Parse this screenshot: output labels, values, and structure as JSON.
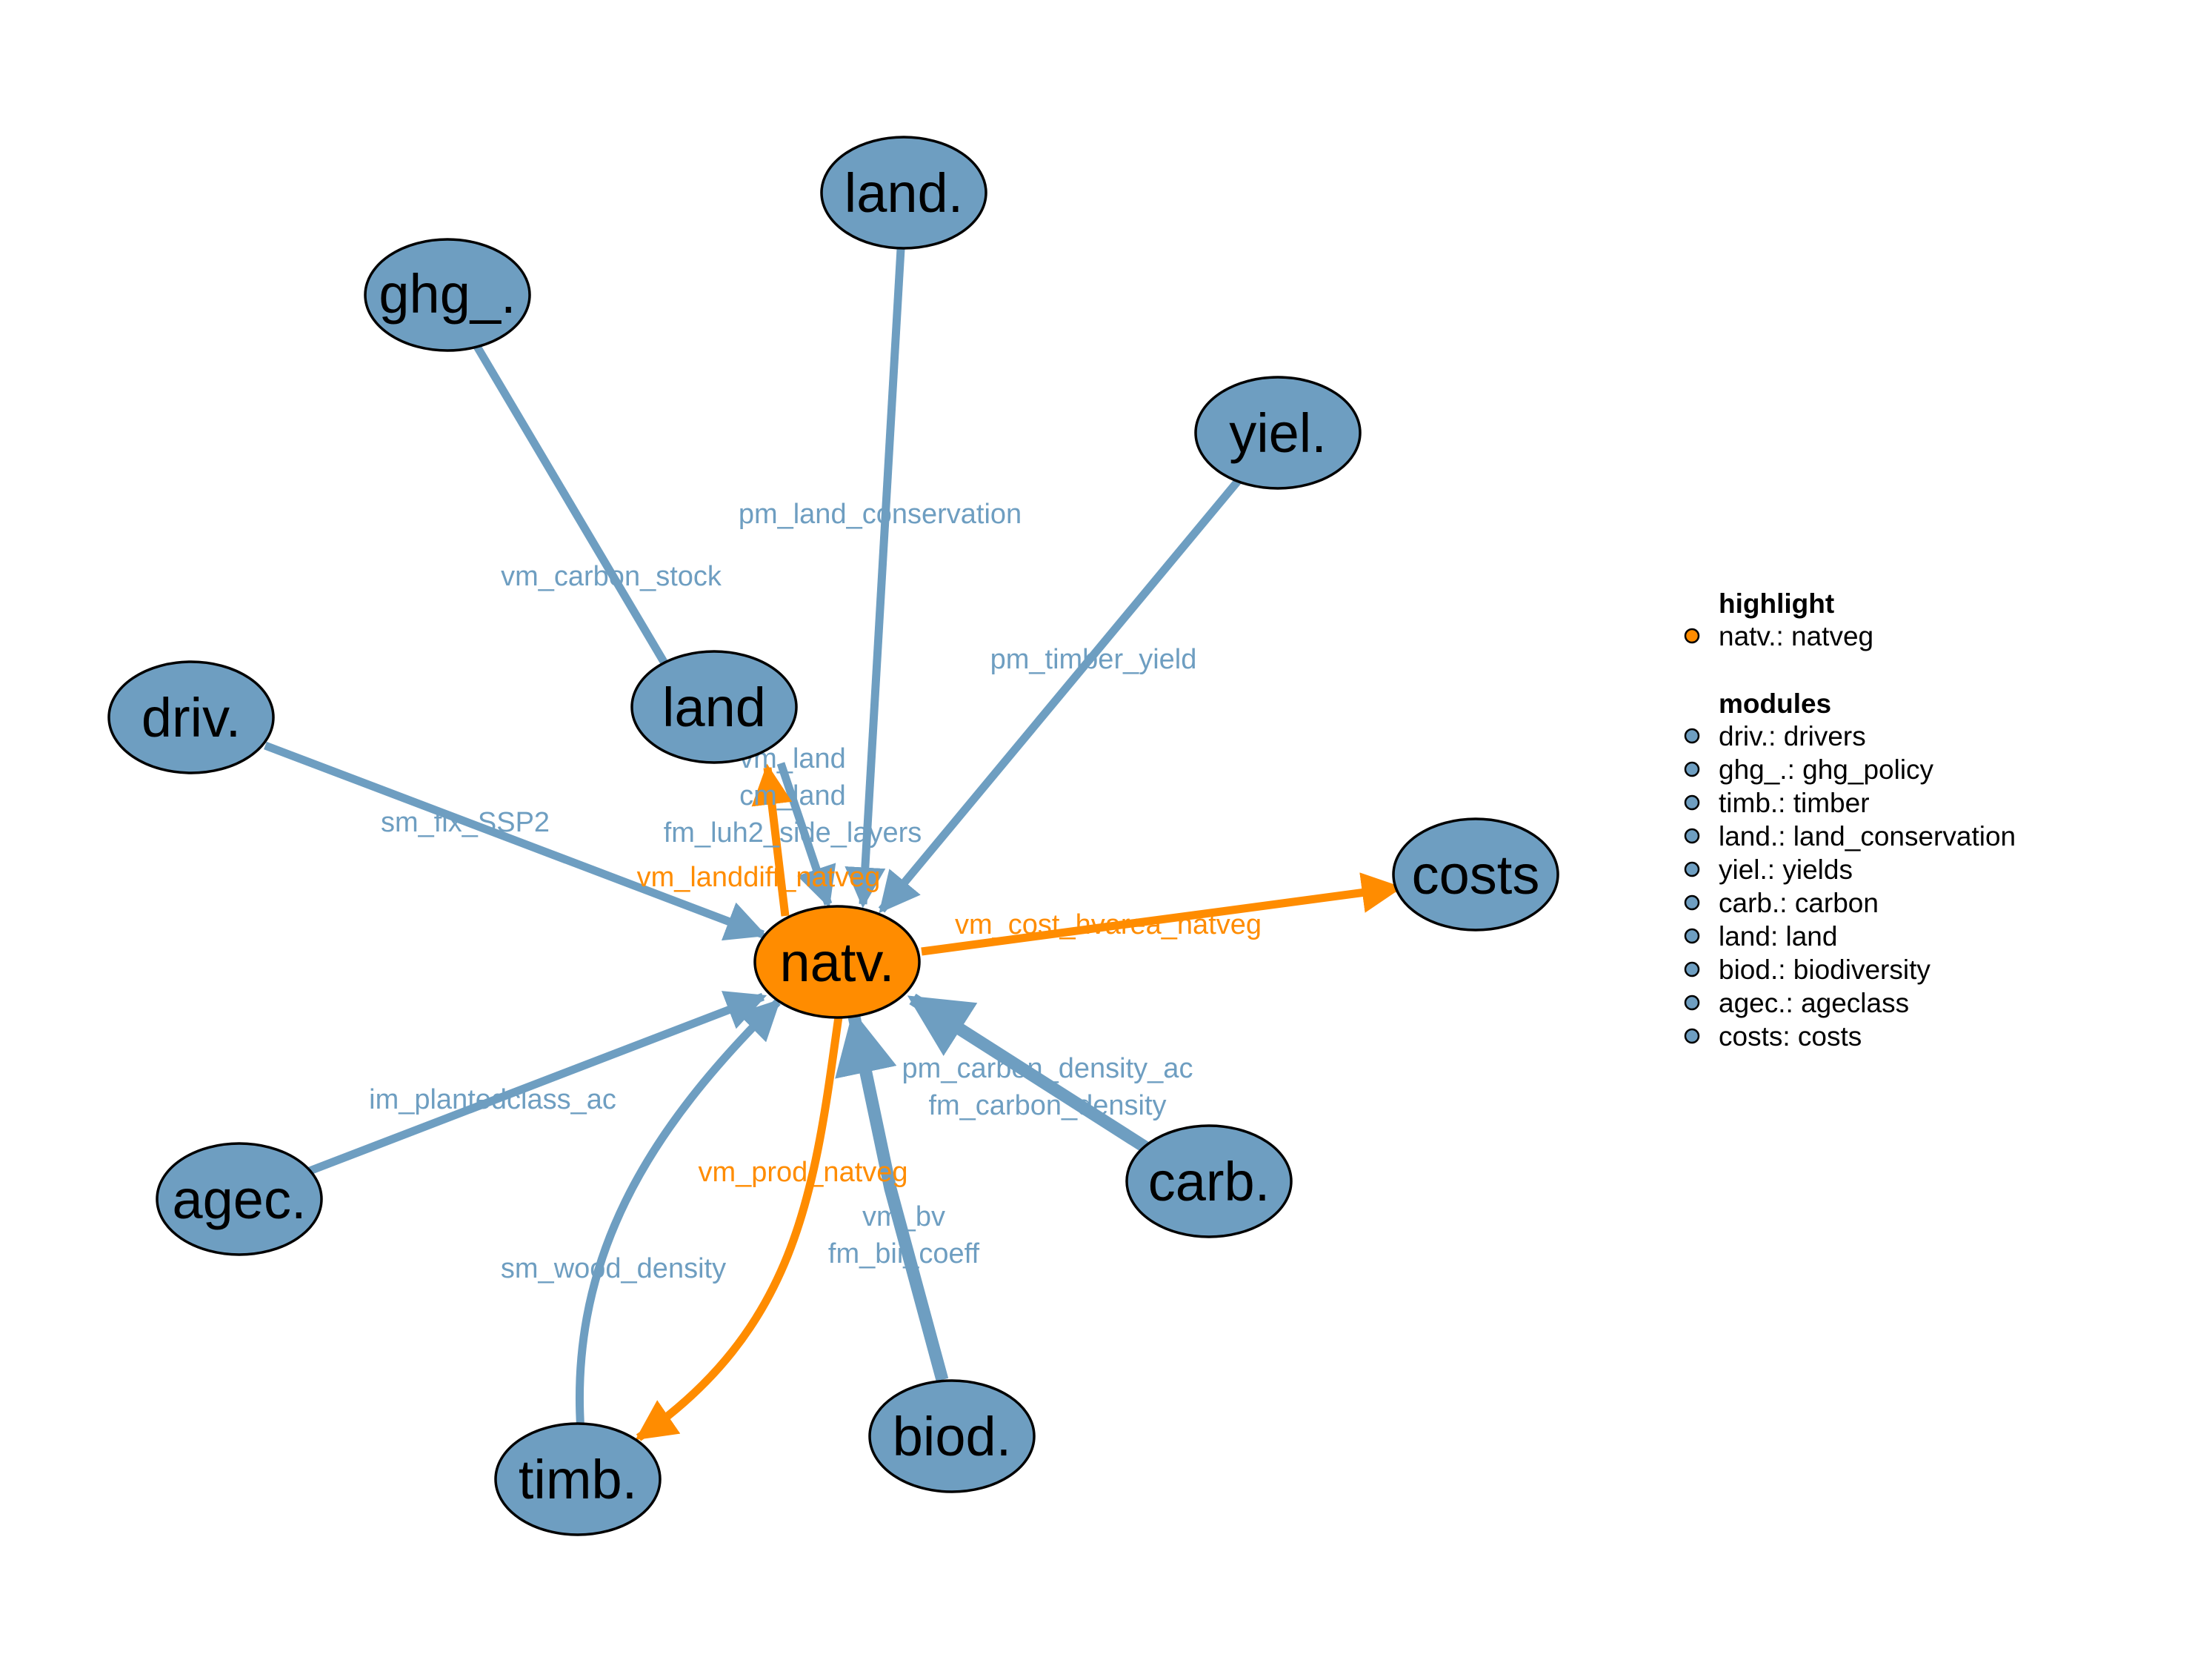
{
  "colors": {
    "module": "#6E9EC1",
    "highlight": "#FF8C00",
    "outline": "#000000"
  },
  "nodes": {
    "natv": "natv.",
    "land_cons": "land.",
    "ghg": "ghg_.",
    "yiel": "yiel.",
    "land": "land",
    "driv": "driv.",
    "costs": "costs",
    "agec": "agec.",
    "carb": "carb.",
    "timb": "timb.",
    "biod": "biod."
  },
  "edges": {
    "ghg_land": "vm_carbon_stock",
    "landcons_natv": "pm_land_conservation",
    "yiel_natv": "pm_timber_yield",
    "land_natv_1": "vm_land",
    "land_natv_2": "cm_land",
    "land_natv_3": "fm_luh2_side_layers",
    "natv_land": "vm_landdiff_natveg",
    "driv_natv": "sm_fix_SSP2",
    "natv_costs": "vm_cost_hvarea_natveg",
    "agec_natv": "im_plantedclass_ac",
    "carb_natv_1": "pm_carbon_density_ac",
    "carb_natv_2": "fm_carbon_density",
    "natv_timb": "vm_prod_natveg",
    "biod_natv_1": "vm_bv",
    "biod_natv_2": "fm_bii_coeff",
    "timb_natv": "sm_wood_density"
  },
  "legend": {
    "highlight_title": "highlight",
    "highlight_items": [
      "natv.: natveg"
    ],
    "modules_title": "modules",
    "module_items": [
      "driv.: drivers",
      "ghg_.: ghg_policy",
      "timb.: timber",
      "land.: land_conservation",
      "yiel.: yields",
      "carb.: carbon",
      "land: land",
      "biod.: biodiversity",
      "agec.: ageclass",
      "costs: costs"
    ]
  }
}
